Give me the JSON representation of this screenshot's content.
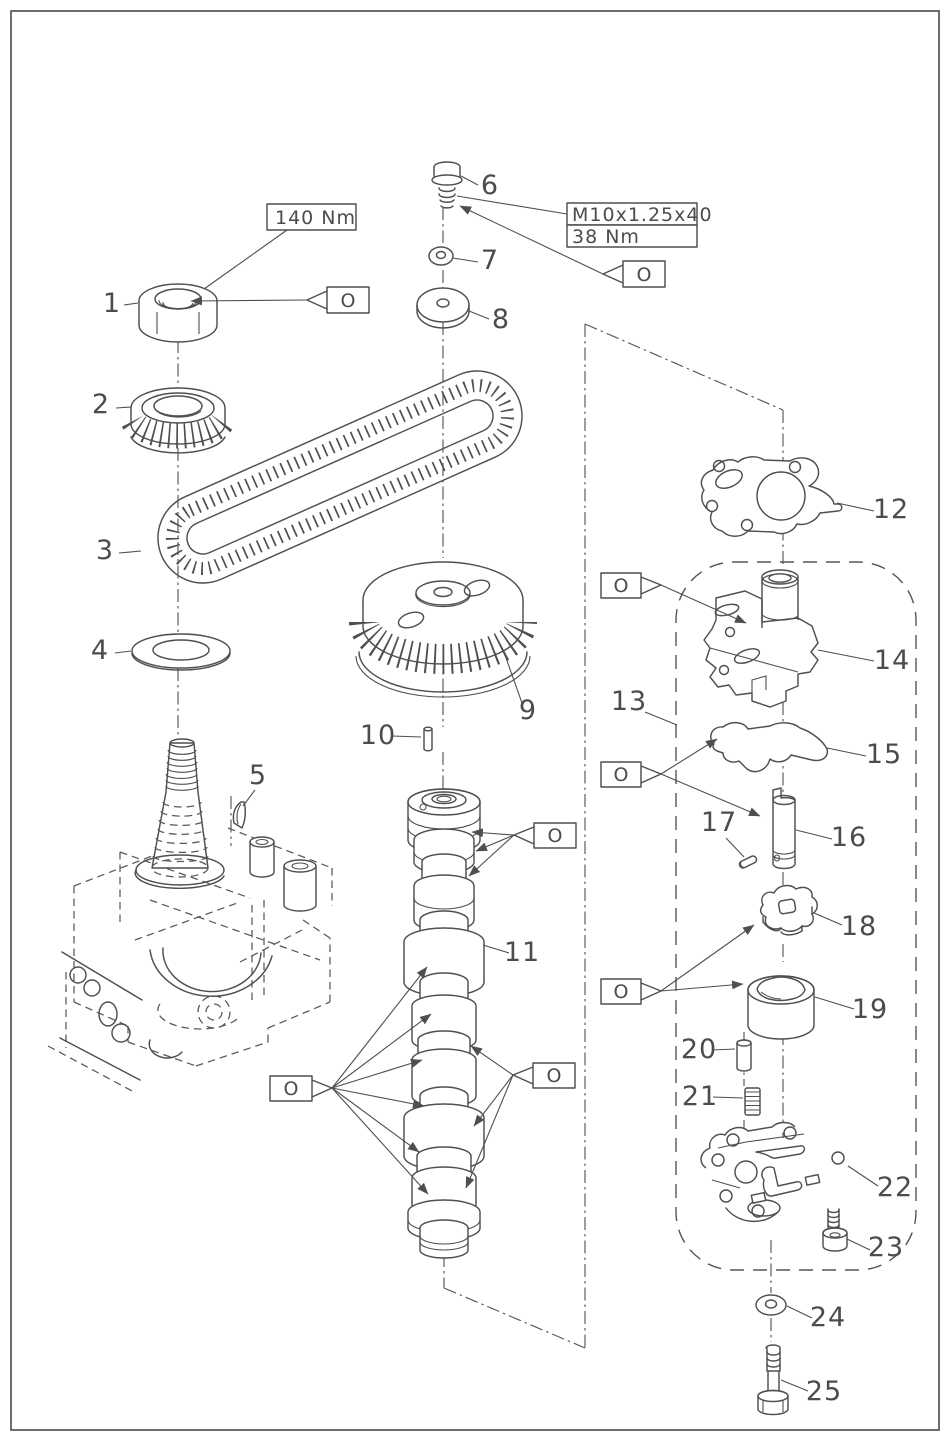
{
  "page": {
    "background": "#ffffff",
    "line_color": "#4f4f4f"
  },
  "callouts": {
    "c1": {
      "label": "1"
    },
    "c2": {
      "label": "2"
    },
    "c3": {
      "label": "3"
    },
    "c4": {
      "label": "4"
    },
    "c5": {
      "label": "5"
    },
    "c6": {
      "label": "6"
    },
    "c7": {
      "label": "7"
    },
    "c8": {
      "label": "8"
    },
    "c9": {
      "label": "9"
    },
    "c10": {
      "label": "10"
    },
    "c11": {
      "label": "11"
    },
    "c12": {
      "label": "12"
    },
    "c13": {
      "label": "13"
    },
    "c14": {
      "label": "14"
    },
    "c15": {
      "label": "15"
    },
    "c16": {
      "label": "16"
    },
    "c17": {
      "label": "17"
    },
    "c18": {
      "label": "18"
    },
    "c19": {
      "label": "19"
    },
    "c20": {
      "label": "20"
    },
    "c21": {
      "label": "21"
    },
    "c22": {
      "label": "22"
    },
    "c23": {
      "label": "23"
    },
    "c24": {
      "label": "24"
    },
    "c25": {
      "label": "25"
    }
  },
  "annotations": {
    "nut_torque": {
      "label": "140 Nm"
    },
    "bolt_spec": {
      "line1": "M10x1.25x40",
      "line2": "38 Nm"
    },
    "oil_symbol": {
      "label": "O"
    }
  }
}
